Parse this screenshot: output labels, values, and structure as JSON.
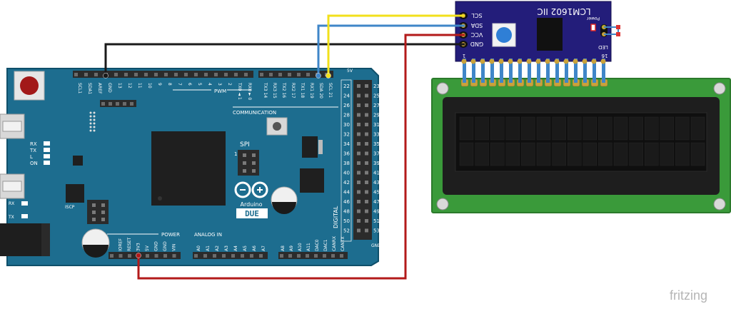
{
  "colors": {
    "board": "#1d6d8f",
    "board_edge": "#0f4f6a",
    "lcd_pcb": "#3a9a3a",
    "lcd_frame": "#1e1e1e",
    "lcd_screen": "#111111",
    "i2c_pcb": "#231d7a",
    "wire_yellow": "#f2e01b",
    "wire_blue": "#3f86c8",
    "wire_black": "#1a1a1a",
    "wire_red": "#b31a1a",
    "header": "#2b2b2b"
  },
  "board": {
    "name": "Arduino",
    "model": "DUE",
    "labels": {
      "communication": "COMMUNICATION",
      "pwm": "PWM",
      "spi": "SPI",
      "digital": "DIGITAL",
      "power": "POWER",
      "analog_in": "ANALOG IN",
      "iscp": "ISCP",
      "gnd_corner": "GND",
      "five_v_corner": "5V",
      "spi_one": "1",
      "tx_dot": "TX",
      "rx_dot": "RX"
    },
    "status_leds": [
      "RX",
      "TX",
      "L",
      "ON"
    ],
    "top_pins_left": [
      "SCL1",
      "SDA1",
      "AREF",
      "GND",
      "13",
      "12",
      "11",
      "10",
      "9",
      "8"
    ],
    "top_pins_mid": [
      "7",
      "6",
      "5",
      "4",
      "3",
      "2",
      "TX0 ◄ 1",
      "RX0 ► 0"
    ],
    "top_pins_right": [
      "TX3 14",
      "RX3 15",
      "TX2 16",
      "RX2 17",
      "TX1 18",
      "RX1 19",
      "SDA 20",
      "SCL 21"
    ],
    "digital_left": [
      "22",
      "24",
      "26",
      "28",
      "30",
      "32",
      "34",
      "36",
      "38",
      "40",
      "42",
      "44",
      "46",
      "48",
      "50",
      "52"
    ],
    "digital_right": [
      "23",
      "25",
      "27",
      "29",
      "31",
      "33",
      "35",
      "37",
      "39",
      "41",
      "43",
      "45",
      "47",
      "49",
      "51",
      "53"
    ],
    "power_pins": [
      "IOREF",
      "RESET",
      "3V3",
      "5V",
      "GND",
      "GND",
      "VIN"
    ],
    "analog_pins": [
      "A0",
      "A1",
      "A2",
      "A3",
      "A4",
      "A5",
      "A6",
      "A7"
    ],
    "analog_pins_2": [
      "A8",
      "A9",
      "A10",
      "A11",
      "DAC0",
      "DAC1",
      "CANRX",
      "CANTX"
    ]
  },
  "i2c_module": {
    "title": "LCM1602 IIC",
    "pins": [
      "SCL",
      "SDA",
      "VCC",
      "GND"
    ],
    "power_label": "Power",
    "led_label": "LED",
    "pin_1": "1",
    "pin_16": "16"
  },
  "watermark": "fritzing"
}
